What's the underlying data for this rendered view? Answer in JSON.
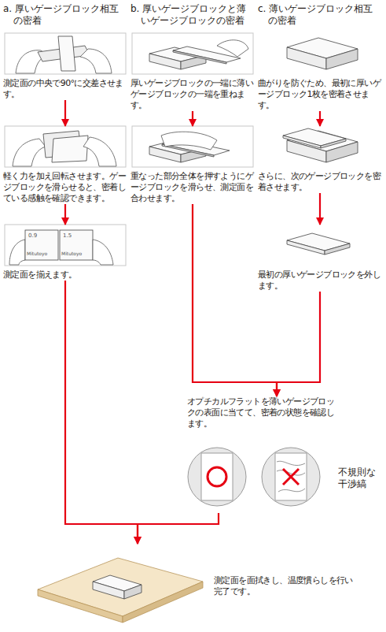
{
  "diagram": {
    "nodes": [
      {
        "text": [
          "測定面の中央で90°に交差させます。"
        ]
      },
      {
        "text": [
          "軽く力を加え回転させます。ゲージブロックを滑らせると、密着している感触を確認できます。"
        ]
      },
      {
        "text": [
          "測定面を揃えます。"
        ]
      },
      {
        "text": [
          "厚いゲージブロックの一端に薄いゲージブロックの一端を重ねます。"
        ]
      },
      {
        "text": [
          "重なった部分全体を押すようにゲージブロックを滑らせ、測定面を合わせます。"
        ]
      },
      {
        "text": [
          "曲がりを防ぐため、最初に厚いゲージブロック1枚を密着させます。"
        ]
      },
      {
        "text": [
          "さらに、次のゲージブロックを密着させます。"
        ]
      },
      {
        "text": [
          "最初の厚いゲージブロックを外します。"
        ]
      },
      {
        "text": [
          "オプチカルフラットを薄いゲージブロックの表面に当てて、密着の状態を確認します。"
        ]
      },
      {
        "text": [
          "測定面を面拭きし、温度慣らしを行い完了です。"
        ]
      }
    ],
    "edges": [
      {
        "from": 0,
        "to": 1,
        "arrow": "to"
      },
      {
        "from": 1,
        "to": 2,
        "arrow": "to"
      },
      {
        "from": 3,
        "to": 4,
        "arrow": "to"
      },
      {
        "from": 5,
        "to": 6,
        "arrow": "to"
      },
      {
        "from": 6,
        "to": 7,
        "arrow": "to"
      },
      {
        "from": 4,
        "to": 8,
        "arrow": "to"
      },
      {
        "from": 7,
        "to": 8,
        "arrow": "to"
      },
      {
        "from": 2,
        "to": 9,
        "arrow": "to"
      },
      {
        "from": 8,
        "to": 9,
        "arrow": "to"
      }
    ],
    "labels": [
      "a. 厚いゲージブロック相互の密着",
      "b. 厚いゲージブロックと薄いゲージブロックの密着",
      "c. 薄いゲージブロック相互の密着",
      "0.9",
      "Mitutoyo",
      "1.5",
      "Mitutoyo",
      "不規則な干渉縞"
    ]
  }
}
